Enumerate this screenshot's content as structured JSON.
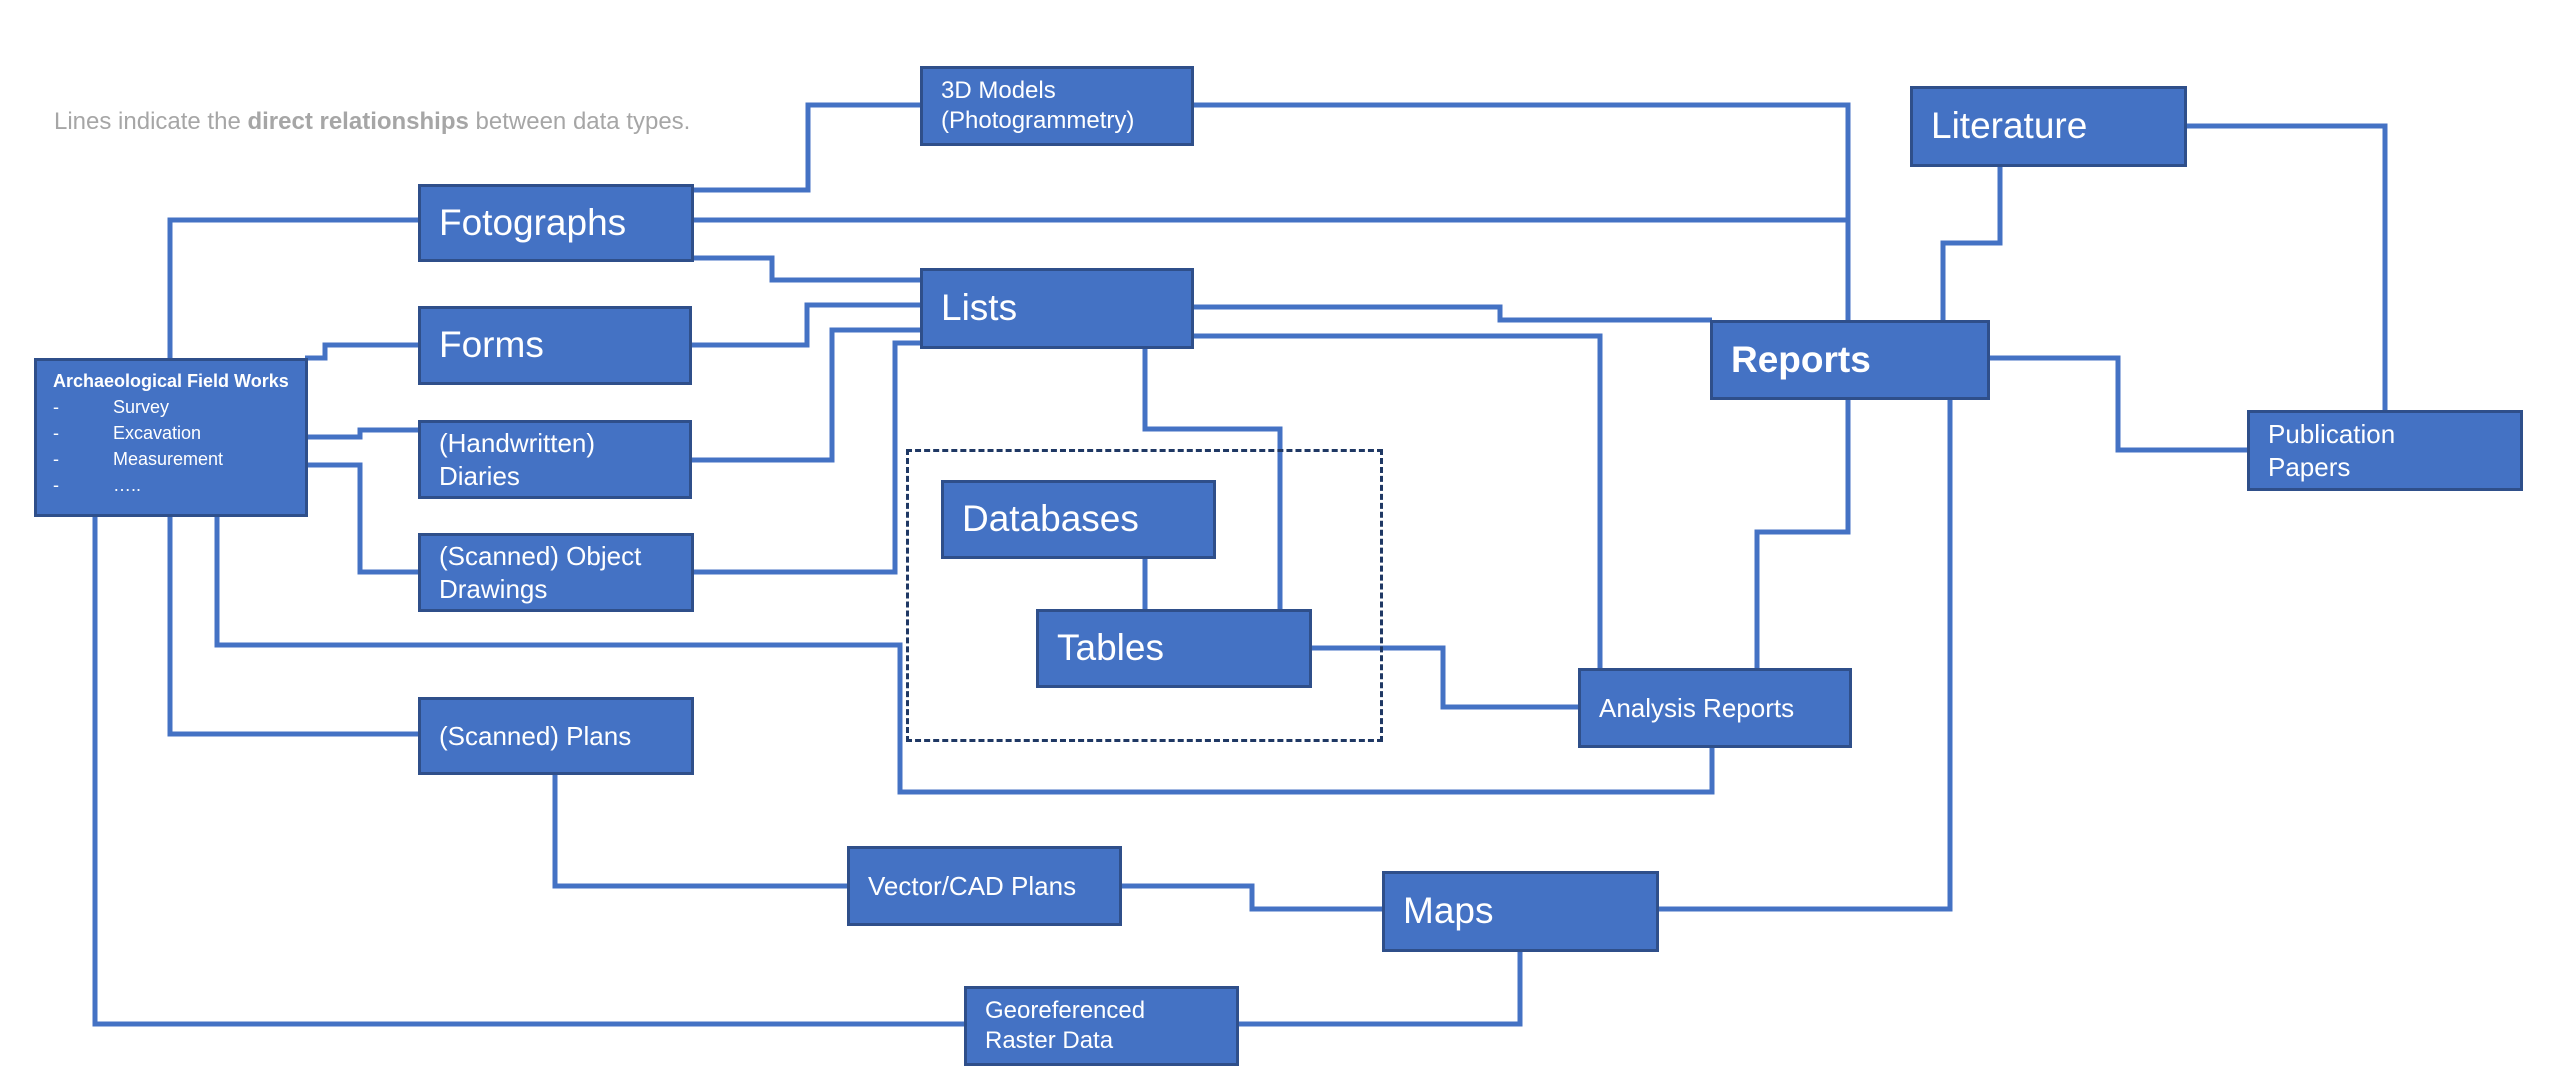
{
  "note": {
    "prefix": "Lines indicate the",
    "bold": "direct relationships",
    "suffix": "between data types."
  },
  "nodes": {
    "field_works": {
      "title": "Archaeological Field Works",
      "items": [
        "Survey",
        "Excavation",
        "Measurement",
        "….."
      ]
    },
    "fotographs": "Fotographs",
    "forms": "Forms",
    "diaries": "(Handwritten) Diaries",
    "object_drawings": "(Scanned) Object Drawings",
    "scanned_plans": "(Scanned) Plans",
    "models_3d": "3D Models (Photogrammetry)",
    "lists": "Lists",
    "databases": "Databases",
    "tables": "Tables",
    "vector_cad": "Vector/CAD Plans",
    "maps": "Maps",
    "georeferenced": "Georeferenced Raster Data",
    "analysis_reports": "Analysis Reports",
    "reports": "Reports",
    "literature": "Literature",
    "publication": "Publication Papers"
  },
  "colors": {
    "box_fill": "#4472c4",
    "box_border": "#2f4f8a",
    "connector": "#4472c4",
    "group_border": "#1f3864",
    "note_text": "#a6a6a6"
  }
}
